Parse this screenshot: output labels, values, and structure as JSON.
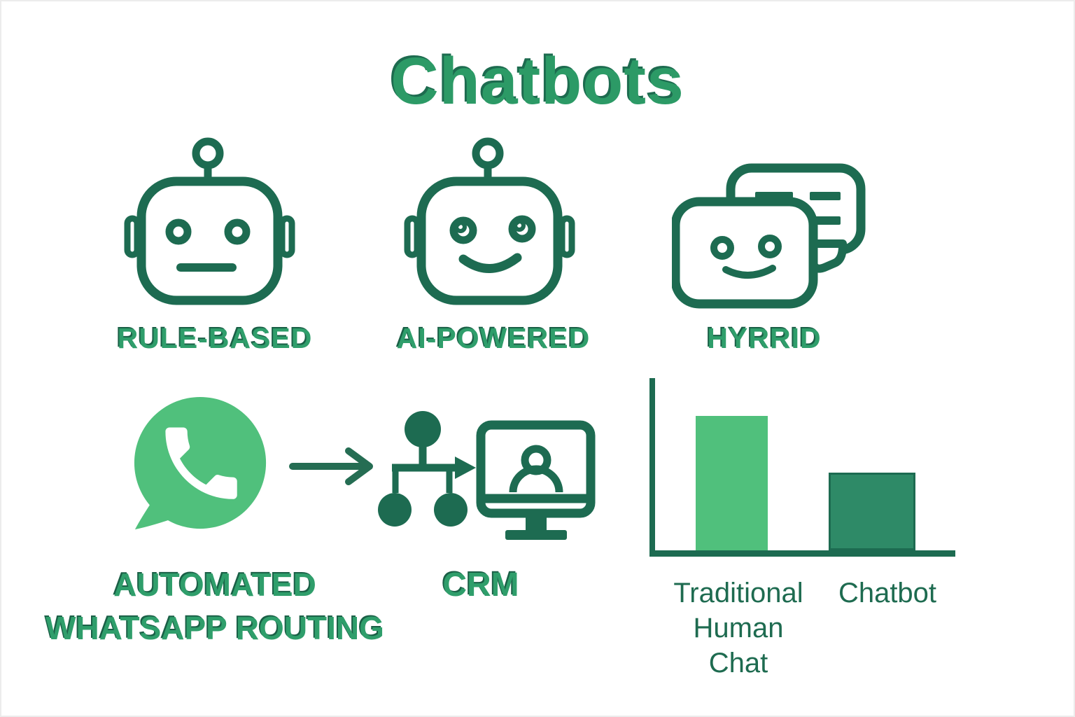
{
  "title": "Chatbots",
  "palette": {
    "outline_green": "#1d6b51",
    "label_green": "#2f9e6b",
    "label_shadow_green": "#1a5f46",
    "whatsapp_green": "#50c07c",
    "bar_light_green": "#50c07c",
    "bar_dark_green": "#2e8a67"
  },
  "bot_types": [
    {
      "icon": "rule-based-robot-icon",
      "label": "RULE-BASED"
    },
    {
      "icon": "ai-powered-robot-icon",
      "label": "AI-POWERED"
    },
    {
      "icon": "hybrid-chat-bubbles-icon",
      "label": "HYRRID"
    }
  ],
  "workflow": {
    "source_icon": "whatsapp-icon",
    "source_label_line1": "AUTOMATED",
    "source_label_line2": "WHATSAPP ROUTING",
    "arrow_icon": "right-arrow-icon",
    "routing_icon": "routing-flowchart-icon",
    "target_icon": "crm-monitor-icon",
    "target_label": "CRM"
  },
  "chart_data": {
    "type": "bar",
    "categories": [
      "Traditional Human Chat",
      "Chatbot"
    ],
    "category_lines": [
      [
        "Traditional",
        "Human",
        "Chat"
      ],
      [
        "Chatbot"
      ]
    ],
    "values": [
      78,
      45
    ],
    "ylim": [
      0,
      100
    ],
    "title": "",
    "xlabel": "",
    "ylabel": "",
    "grid": false,
    "legend": false,
    "bar_colors": [
      "#50c07c",
      "#2e8a67"
    ]
  }
}
